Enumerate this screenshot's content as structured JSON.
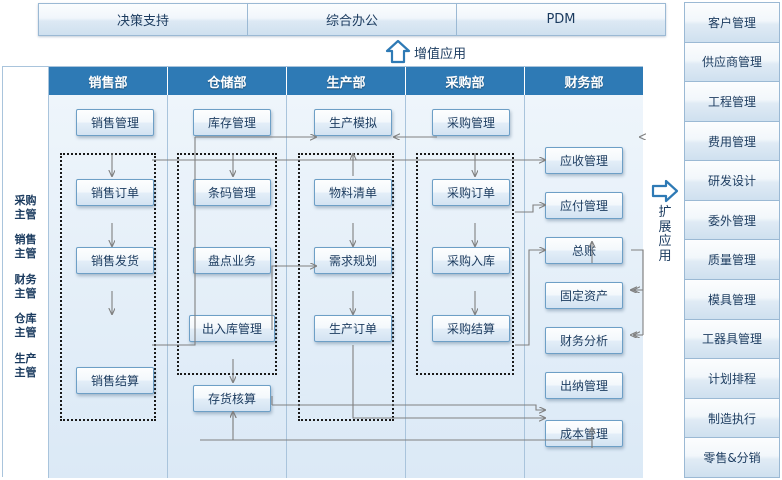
{
  "topbar": {
    "items": [
      {
        "label": "决策支持"
      },
      {
        "label": "综合办公"
      },
      {
        "label": "PDM"
      }
    ]
  },
  "value_added_flow": {
    "label": "增值应用",
    "arrow": "up-arrow-icon"
  },
  "extension_flow": {
    "label": "扩展应用",
    "arrow": "right-arrow-icon"
  },
  "roles": {
    "items": [
      {
        "line1": "采购",
        "line2": "主管"
      },
      {
        "line1": "销售",
        "line2": "主管"
      },
      {
        "line1": "财务",
        "line2": "主管"
      },
      {
        "line1": "仓库",
        "line2": "主管"
      },
      {
        "line1": "生产",
        "line2": "主管"
      }
    ]
  },
  "departments": [
    {
      "name": "销售部",
      "modules": [
        {
          "label": "销售管理"
        },
        {
          "label": "销售订单"
        },
        {
          "label": "销售发货"
        },
        {
          "label": "销售结算"
        }
      ]
    },
    {
      "name": "仓储部",
      "modules": [
        {
          "label": "库存管理"
        },
        {
          "label": "条码管理"
        },
        {
          "label": "盘点业务"
        },
        {
          "label": "出入库管理"
        },
        {
          "label": "存货核算"
        }
      ]
    },
    {
      "name": "生产部",
      "modules": [
        {
          "label": "生产模拟"
        },
        {
          "label": "物料清单"
        },
        {
          "label": "需求规划"
        },
        {
          "label": "生产订单"
        }
      ]
    },
    {
      "name": "采购部",
      "modules": [
        {
          "label": "采购管理"
        },
        {
          "label": "采购订单"
        },
        {
          "label": "采购入库"
        },
        {
          "label": "采购结算"
        }
      ]
    },
    {
      "name": "财务部",
      "modules": [
        {
          "label": "应收管理"
        },
        {
          "label": "应付管理"
        },
        {
          "label": "总账"
        },
        {
          "label": "固定资产"
        },
        {
          "label": "财务分析"
        },
        {
          "label": "出纳管理"
        },
        {
          "label": "成本管理"
        }
      ]
    }
  ],
  "extensions": {
    "items": [
      {
        "label": "客户管理"
      },
      {
        "label": "供应商管理"
      },
      {
        "label": "工程管理"
      },
      {
        "label": "费用管理"
      },
      {
        "label": "研发设计"
      },
      {
        "label": "委外管理"
      },
      {
        "label": "质量管理"
      },
      {
        "label": "模具管理"
      },
      {
        "label": "工器具管理"
      },
      {
        "label": "计划排程"
      },
      {
        "label": "制造执行"
      },
      {
        "label": "零售&分销"
      }
    ]
  },
  "colors": {
    "header_blue": "#2e7ab5",
    "box_border": "#6d9fc6",
    "text_navy": "#1b3b5f",
    "connector_gray": "#808080",
    "panel_bg": "#dbe9f6"
  }
}
